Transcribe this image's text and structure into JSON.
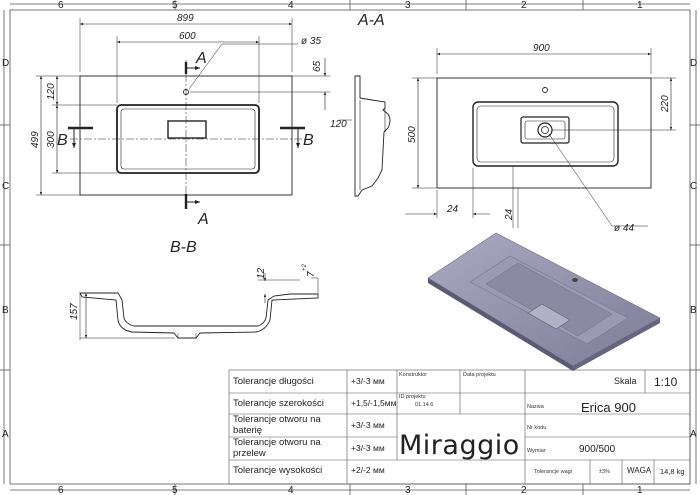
{
  "grid": {
    "top_numbers": [
      "6",
      "5",
      "4",
      "3",
      "2",
      "1"
    ],
    "bottom_numbers": [
      "6",
      "5",
      "4",
      "3",
      "2",
      "1"
    ],
    "left_letters": [
      "D",
      "C",
      "B",
      "A"
    ],
    "right_letters": [
      "D",
      "C",
      "B",
      "A"
    ]
  },
  "sections": {
    "aa": "A-A",
    "bb": "B-B",
    "marker_a": "A",
    "marker_b": "B"
  },
  "dims": {
    "top_899": "899",
    "top_600": "600",
    "hole_35": "ø 35",
    "v65": "65",
    "v120": "120",
    "v300": "300",
    "v499": "499",
    "side_120": "120",
    "rv_900": "900",
    "rv_220": "220",
    "rv_500": "500",
    "rv_24a": "24",
    "rv_24b": "24",
    "rv_44": "ø 44",
    "bb_12": "12",
    "bb_7": "7",
    "bb_7sup": "+2",
    "bb_157": "157"
  },
  "title_block": {
    "rows": [
      {
        "label": "Tolerancje długości",
        "value": "+3/-3 мм"
      },
      {
        "label": "Tolerancje szerokości",
        "value": "+1,5/-1,5мм"
      },
      {
        "label": "Tolerancje otworu na baterię",
        "value": "+3/-3 мм"
      },
      {
        "label": "Tolerancje otworu na przelew",
        "value": "+3/-3 мм"
      },
      {
        "label": "Tolerancje wysokości",
        "value": "+2/-2 мм"
      }
    ],
    "konstruktor": "Konstruktor",
    "data_projektu": "Data projektu",
    "id_projektu": "ID projektu",
    "id_value": "01.14.6",
    "skala_label": "Skala",
    "skala_value": "1:10",
    "nazwa_label": "Nazwa",
    "nazwa_value": "Erica 900",
    "nr_kodu": "Nr kodu",
    "brand": "Miraggio",
    "wymiar_label": "Wymiar",
    "wymiar_value": "900/500",
    "tol_wagi_label": "Tolerancje wagi",
    "tol_wagi_value": "±3%",
    "waga_label": "WAGA",
    "waga_value": "14,8 kg"
  }
}
